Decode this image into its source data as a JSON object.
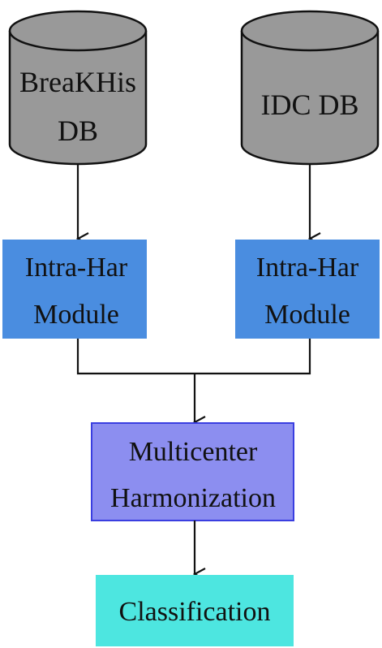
{
  "diagram": {
    "databases": [
      {
        "line1": "BreaKHis",
        "line2": "DB"
      },
      {
        "line1": "IDC DB"
      }
    ],
    "modules": [
      {
        "line1": "Intra-Har",
        "line2": "Module"
      },
      {
        "line1": "Intra-Har",
        "line2": "Module"
      }
    ],
    "harmonization": {
      "line1": "Multicenter",
      "line2": "Harmonization"
    },
    "classification": {
      "label": "Classification"
    },
    "colors": {
      "database_fill": "#999999",
      "module_fill": "#4a8de0",
      "harmonization_fill": "#8c8ef0",
      "harmonization_stroke": "#3a3ee0",
      "classification_fill": "#4de6e0",
      "line": "#111111"
    }
  }
}
